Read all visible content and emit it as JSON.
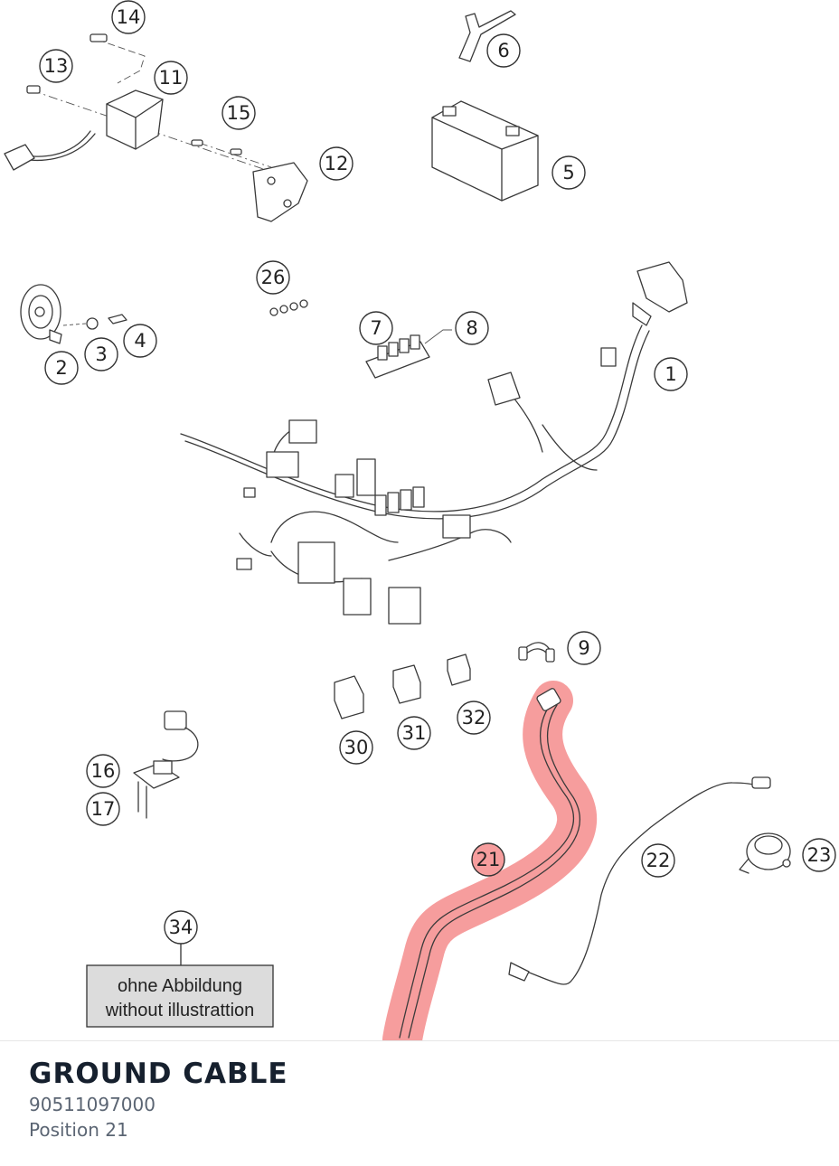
{
  "diagram": {
    "callouts": [
      "1",
      "2",
      "3",
      "4",
      "5",
      "6",
      "7",
      "8",
      "9",
      "11",
      "12",
      "13",
      "14",
      "15",
      "16",
      "17",
      "21",
      "22",
      "23",
      "26",
      "30",
      "31",
      "32",
      "34"
    ],
    "highlighted": "21",
    "note_line1": "ohne Abbildung",
    "note_line2": "without illustrattion",
    "highlight_color": "#ef4d4d"
  },
  "part": {
    "title": "GROUND CABLE",
    "number": "90511097000",
    "position": "Position 21"
  }
}
